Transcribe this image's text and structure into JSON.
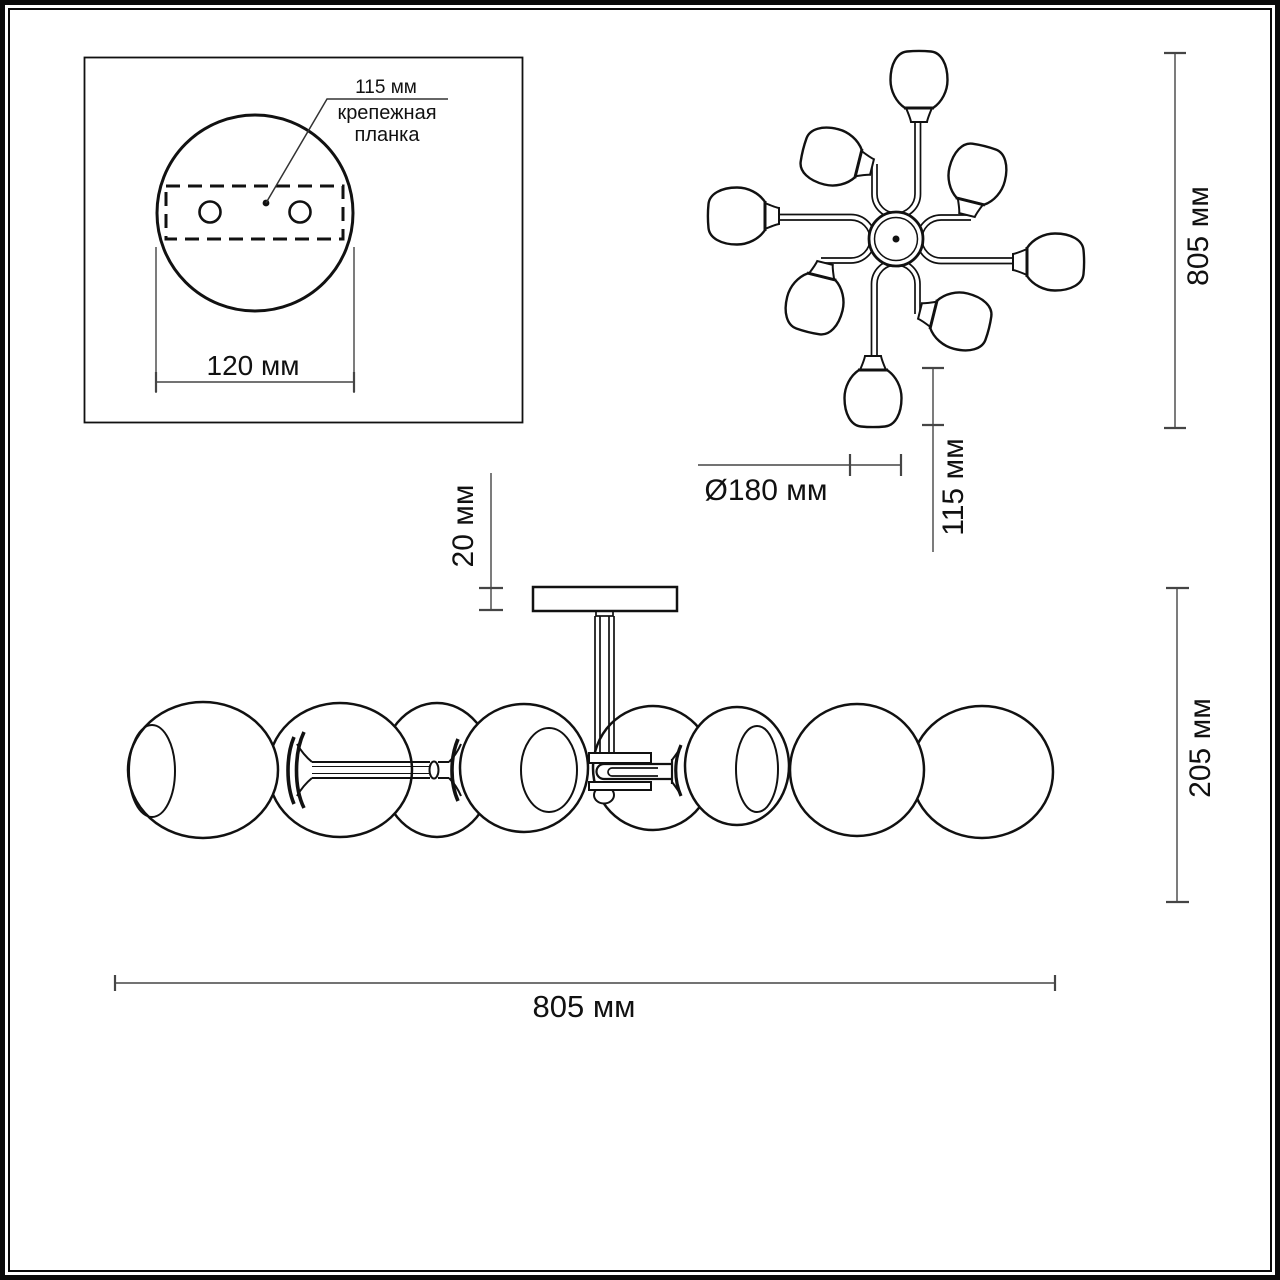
{
  "drawing": {
    "type": "lighting-fixture-dimensional-diagram",
    "inset": {
      "dim_hole_spacing": "115 мм",
      "plate_label_line1": "крепежная",
      "plate_label_line2": "планка",
      "dim_canopy_width": "120 мм"
    },
    "top_view": {
      "dim_overall_span": "805 мм",
      "dim_shade_diameter": "Ø180 мм",
      "dim_shade_height": "115 мм"
    },
    "side_view": {
      "dim_plate_thickness": "20 мм",
      "dim_fixture_height": "205 мм",
      "dim_overall_width": "805 мм"
    },
    "colors": {
      "line": "#111111",
      "dim_line": "#454545",
      "background": "#ffffff"
    }
  }
}
